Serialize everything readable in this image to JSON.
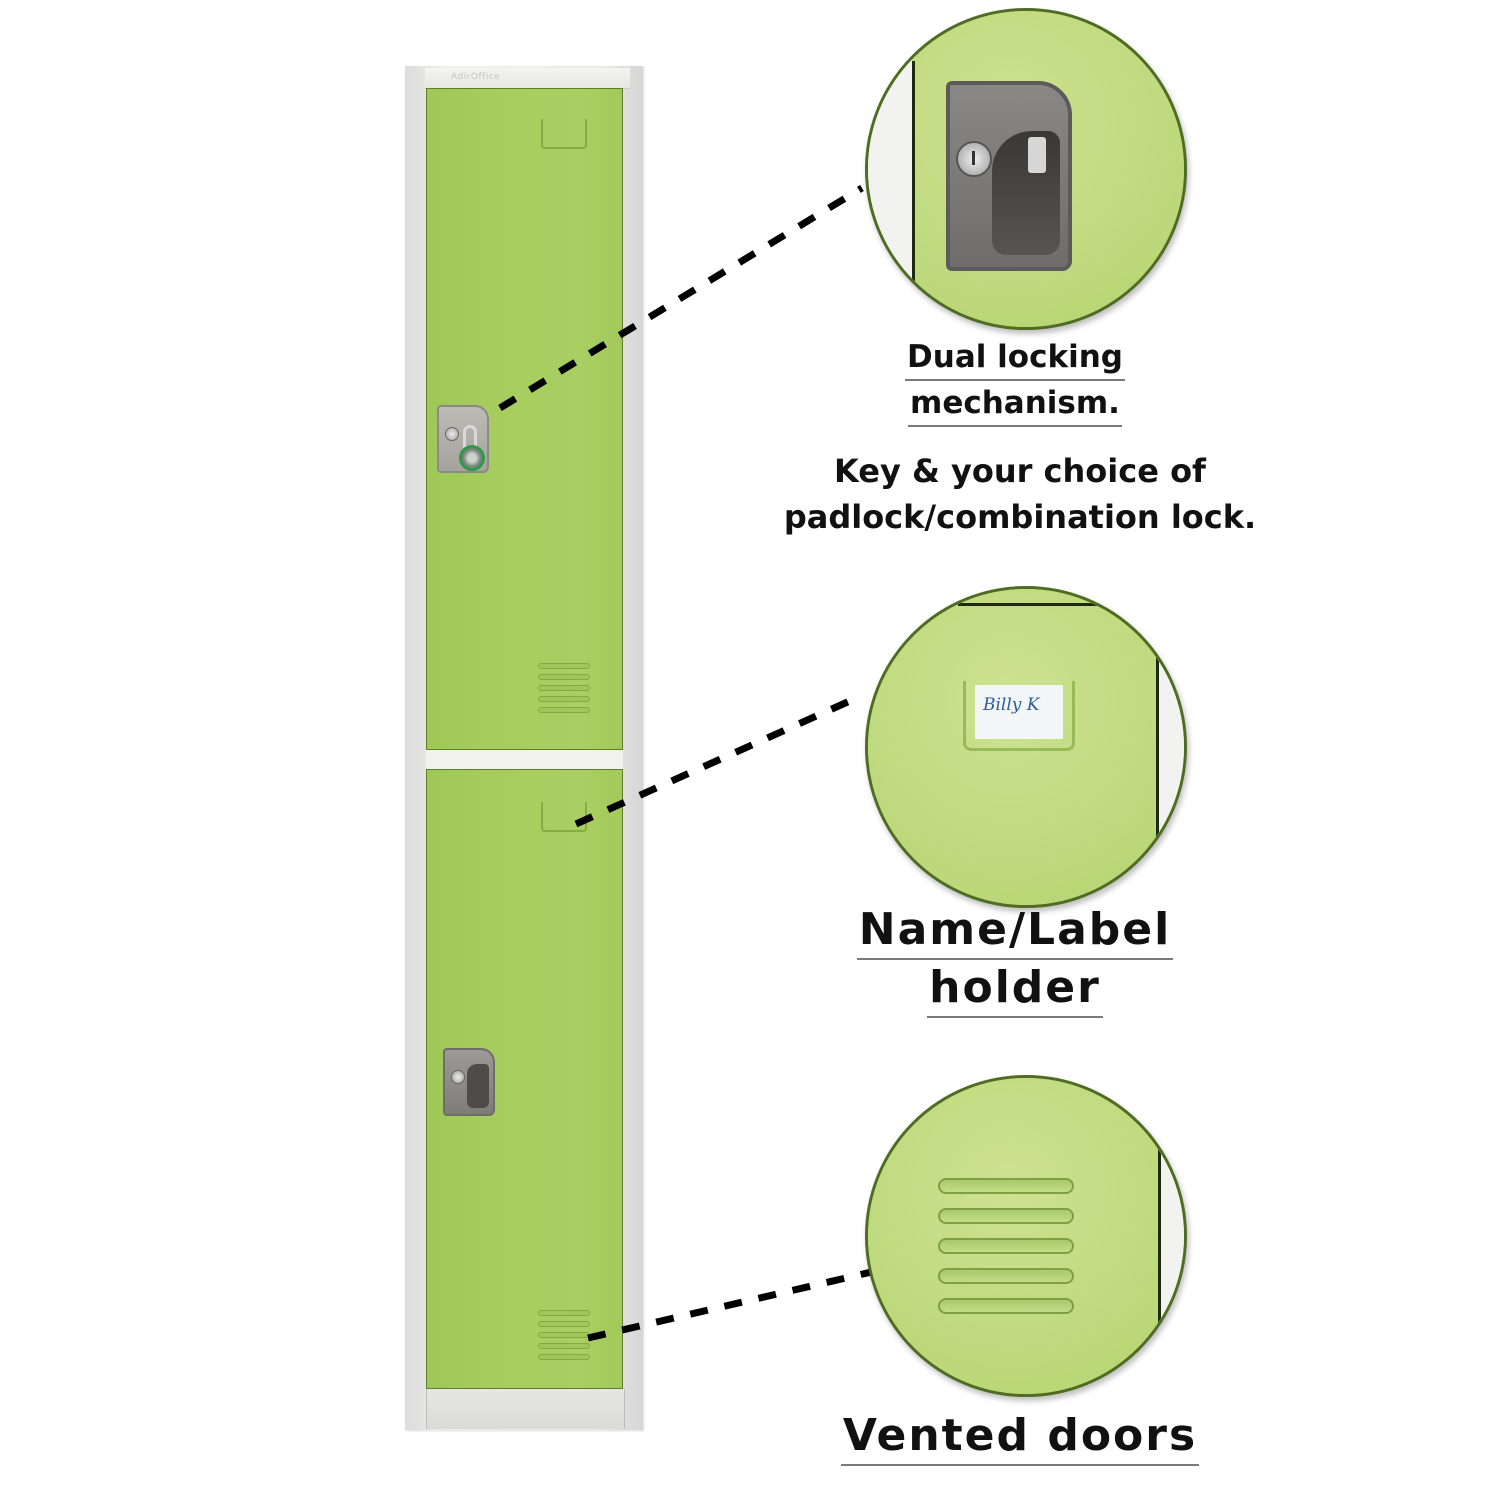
{
  "product": {
    "type": "two-tier metal locker",
    "door_color": "#a7cd5f",
    "frame_color": "#eeeeec",
    "brand_mark": "AdirOffice"
  },
  "callouts": [
    {
      "id": "locking",
      "title_lines": [
        "Dual locking",
        "mechanism."
      ],
      "subtitle_lines": [
        "Key & your choice of",
        "padlock/combination lock."
      ],
      "icon": "lock-handle-icon"
    },
    {
      "id": "label",
      "title_lines": [
        "Name/Label",
        "holder"
      ],
      "label_card_text": "Billy K",
      "icon": "label-holder-icon"
    },
    {
      "id": "vents",
      "title_lines": [
        "Vented doors"
      ],
      "icon": "vent-icon"
    }
  ],
  "colors": {
    "door_green": "#a7cd5f",
    "circle_green": "#bcd87a",
    "circle_border": "#4f6d22",
    "text": "#111111",
    "padlock_ring": "#2e9a4a",
    "lock_plate_gray": "#7e7c79"
  }
}
